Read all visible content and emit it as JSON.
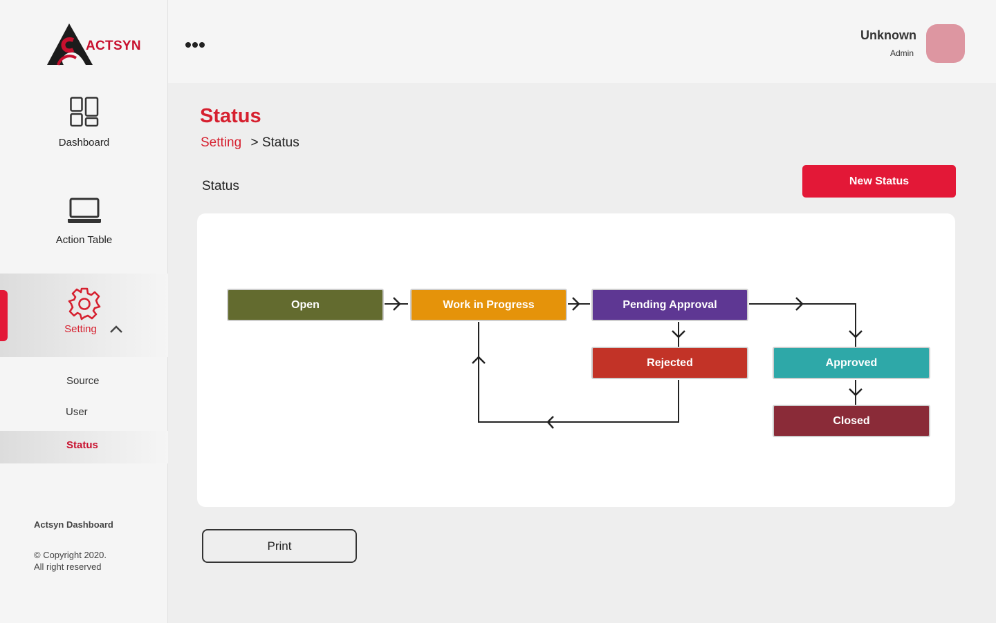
{
  "brand": {
    "name": "ACTSYN",
    "accent": "#e31837"
  },
  "sidebar": {
    "nav": [
      {
        "label": "Dashboard",
        "icon": "dashboard-grid-icon"
      },
      {
        "label": "Action Table",
        "icon": "laptop-icon"
      },
      {
        "label": "Setting",
        "icon": "gear-icon",
        "expanded": true
      }
    ],
    "submenu": [
      {
        "label": "Source"
      },
      {
        "label": "User"
      },
      {
        "label": "Status",
        "active": true
      }
    ],
    "footer": {
      "title": "Actsyn Dashboard",
      "copyright_line1": "© Copyright 2020.",
      "copyright_line2": "All right reserved"
    }
  },
  "header": {
    "menu_icon": "more-horizontal-icon",
    "user": {
      "name": "Unknown",
      "role": "Admin",
      "avatar_color": "#dd96a1"
    }
  },
  "main": {
    "title": "Status",
    "breadcrumb": {
      "parent": "Setting",
      "separator": ">",
      "current": "Status"
    },
    "section_label": "Status",
    "new_button": "New Status",
    "print_button": "Print"
  },
  "workflow": {
    "nodes": [
      {
        "id": "open",
        "label": "Open",
        "color": "#636b2f"
      },
      {
        "id": "wip",
        "label": "Work in Progress",
        "color": "#e5930a"
      },
      {
        "id": "pending",
        "label": "Pending Approval",
        "color": "#5e3793"
      },
      {
        "id": "rejected",
        "label": "Rejected",
        "color": "#c23327"
      },
      {
        "id": "approved",
        "label": "Approved",
        "color": "#2ea8a8"
      },
      {
        "id": "closed",
        "label": "Closed",
        "color": "#8a2b38"
      }
    ],
    "transitions": [
      [
        "open",
        "wip"
      ],
      [
        "wip",
        "pending"
      ],
      [
        "pending",
        "rejected"
      ],
      [
        "pending",
        "approved"
      ],
      [
        "approved",
        "closed"
      ],
      [
        "rejected",
        "wip"
      ]
    ]
  }
}
